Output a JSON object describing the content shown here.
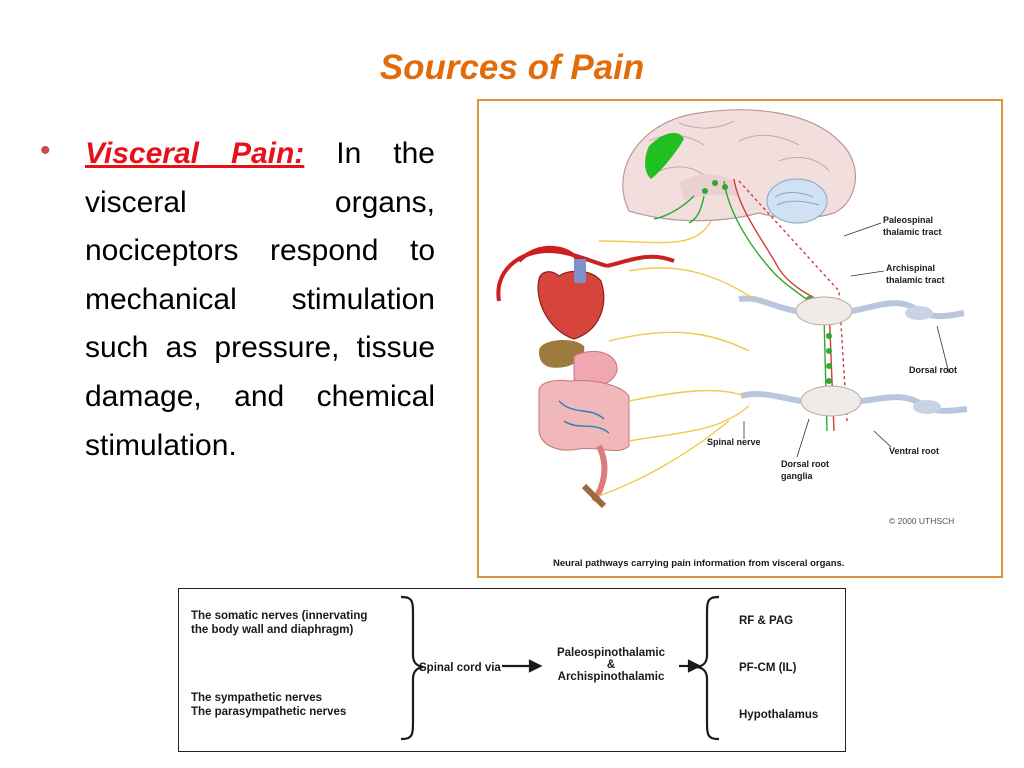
{
  "slide": {
    "title": "Sources of Pain",
    "bullet": {
      "term": "Visceral Pain:",
      "text": "In the visceral organs, nociceptors respond to mechanical stimulation such as pressure, tissue damage, and chemical stimulation."
    }
  },
  "figure": {
    "labels": {
      "paleospinal": [
        "Paleospinal",
        "thalamic tract"
      ],
      "archispinal": [
        "Archispinal",
        "thalamic tract"
      ],
      "dorsal_root": "Dorsal root",
      "ventral_root": "Ventral root",
      "spinal_nerve": "Spinal nerve",
      "dorsal_root_ganglia": [
        "Dorsal root",
        "ganglia"
      ],
      "copyright": "© 2000 UTHSCH"
    },
    "caption": "Neural pathways carrying pain information from visceral organs.",
    "colors": {
      "tract_green": "#2eaa2e",
      "tract_red": "#d23c3c",
      "nerve_yellow": "#f0c94a",
      "frame": "#d9953f"
    }
  },
  "flow": {
    "somatic": [
      "The somatic nerves (innervating",
      "the body wall and diaphragm)"
    ],
    "autonomic": [
      "The sympathetic nerves",
      "The parasympathetic nerves"
    ],
    "spinal_cord": "Spinal cord via",
    "pathways": [
      "Paleospinothalamic",
      "&",
      "Archispinothalamic"
    ],
    "targets": [
      "RF & PAG",
      "PF-CM (IL)",
      "Hypothalamus"
    ]
  }
}
